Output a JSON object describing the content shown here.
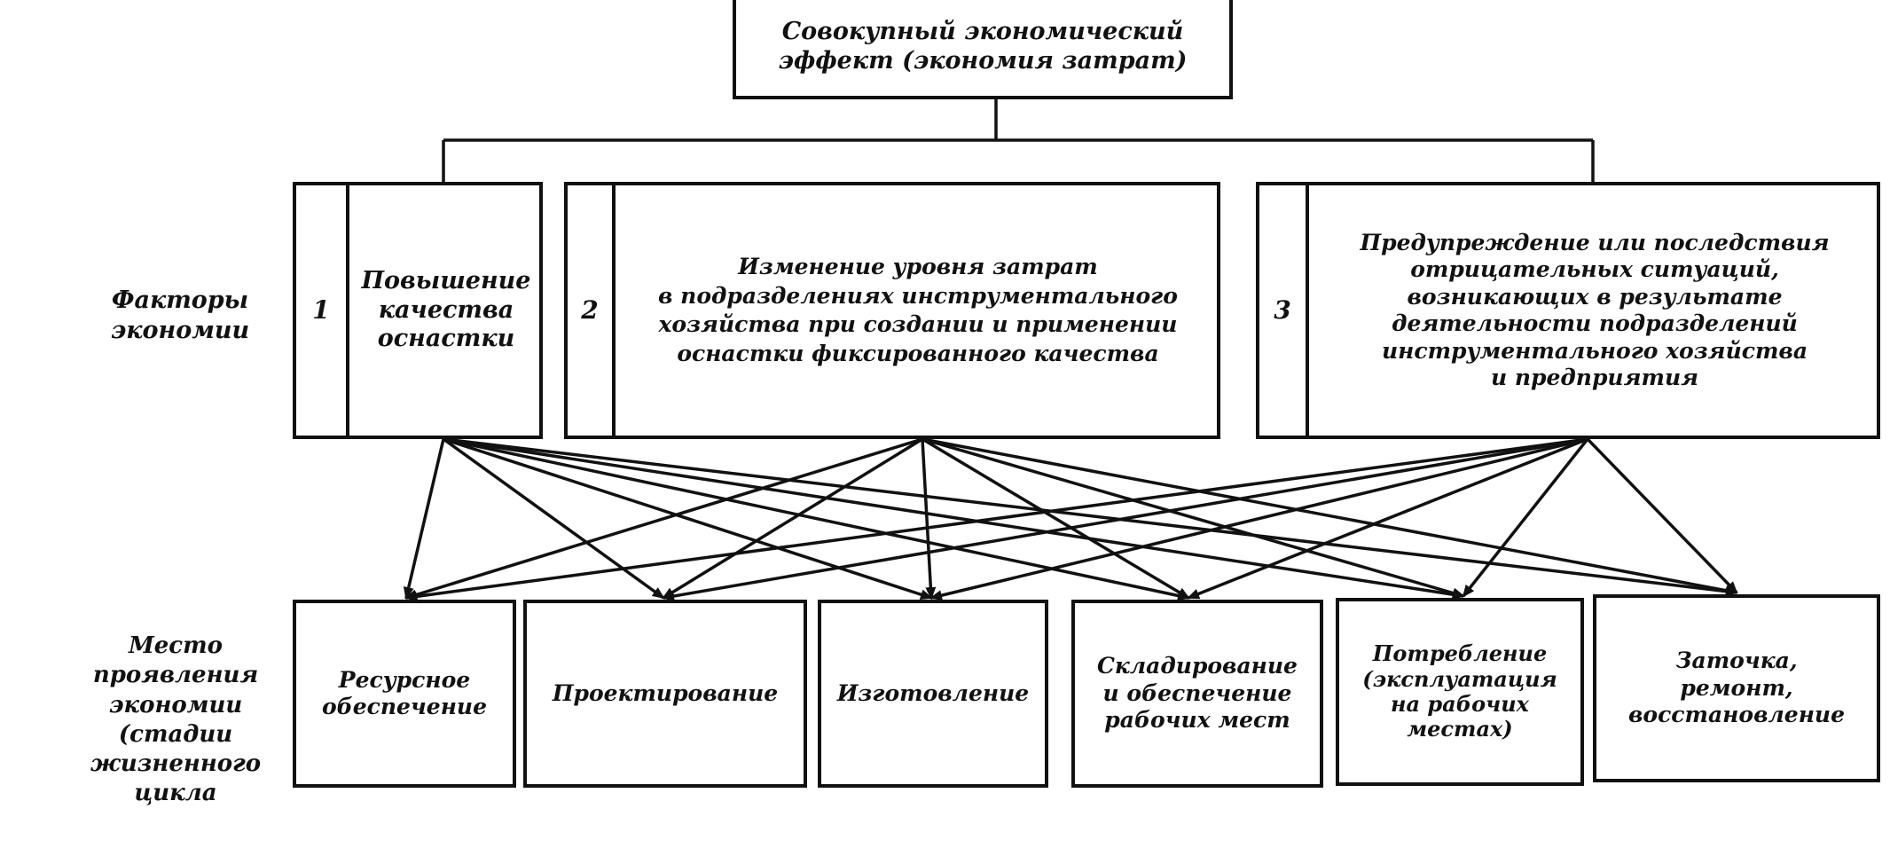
{
  "top": {
    "line1": "Совокупный экономический",
    "line2": "эффект (экономия затрат)"
  },
  "factors_label": {
    "line1": "Факторы",
    "line2": "экономии"
  },
  "place_label": {
    "line1": "Место",
    "line2": "проявления",
    "line3": "экономии",
    "line4": "(стадии",
    "line5": "жизненного",
    "line6": "цикла"
  },
  "factors": [
    {
      "num": "1",
      "lines": [
        "Повышение",
        "качества",
        "оснастки"
      ]
    },
    {
      "num": "2",
      "lines": [
        "Изменение уровня затрат",
        "в подразделениях инструментального",
        "хозяйства при создании и применении",
        "оснастки фиксированного качества"
      ]
    },
    {
      "num": "3",
      "lines": [
        "Предупреждение или последствия",
        "отрицательных ситуаций,",
        "возникающих в результате",
        "деятельности подразделений",
        "инструментального хозяйства",
        "и предприятия"
      ]
    }
  ],
  "stages": [
    {
      "lines": [
        "Ресурсное",
        "обеспечение"
      ]
    },
    {
      "lines": [
        "Проектирование"
      ]
    },
    {
      "lines": [
        "Изготовление"
      ]
    },
    {
      "lines": [
        "Складирование",
        "и обеспечение",
        "рабочих мест"
      ]
    },
    {
      "lines": [
        "Потребление",
        "(эксплуатация",
        "на рабочих",
        "местах)"
      ]
    },
    {
      "lines": [
        "Заточка,",
        "ремонт,",
        "восстановление"
      ]
    }
  ],
  "colors": {
    "ink": "#111111",
    "paper": "#ffffff"
  }
}
